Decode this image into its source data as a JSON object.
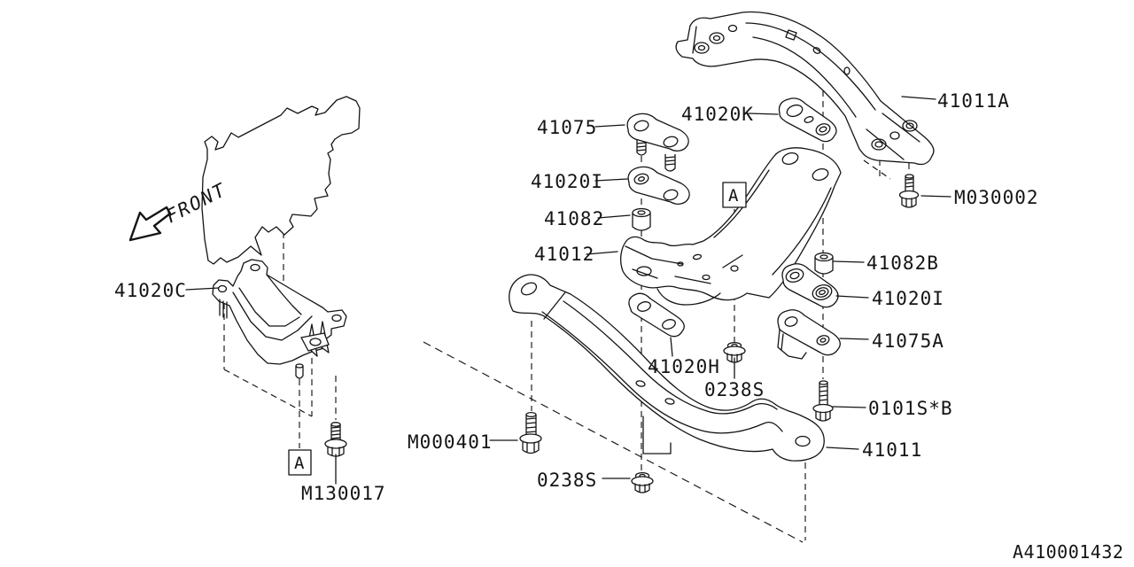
{
  "diagram": {
    "code": "A410001432",
    "front_label": "FRONT",
    "detail_marker": "A",
    "line_color": "#141414",
    "background": "#ffffff",
    "labels": {
      "p41075": "41075",
      "p41020i_left": "41020I",
      "p41082": "41082",
      "p41012": "41012",
      "p41020c": "41020C",
      "p41020k": "41020K",
      "p41011a": "41011A",
      "m030002": "M030002",
      "p41082b": "41082B",
      "p41020i_right": "41020I",
      "p41075a": "41075A",
      "p0101s_b": "0101S*B",
      "p41011": "41011",
      "p41020h": "41020H",
      "p0238s_upper": "0238S",
      "p0238s_lower": "0238S",
      "m000401": "M000401",
      "m130017": "M130017"
    }
  }
}
